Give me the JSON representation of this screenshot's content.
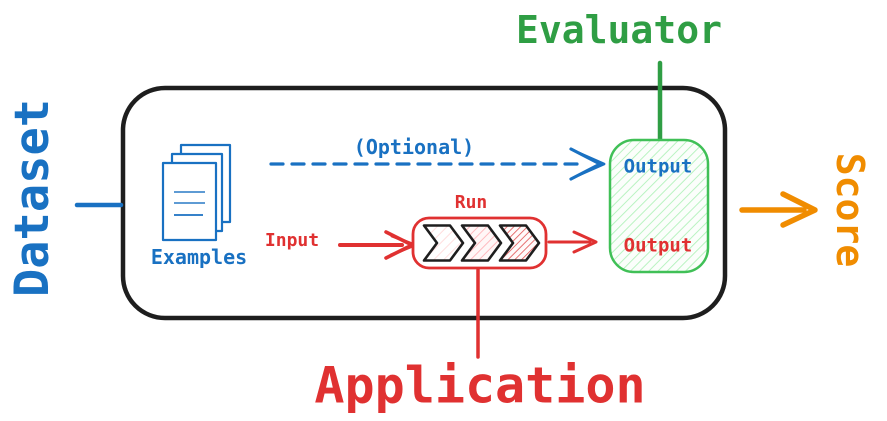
{
  "diagram": {
    "dataset_label": "Dataset",
    "evaluator_label": "Evaluator",
    "score_label": "Score",
    "application_label": "Application",
    "examples_label": "Examples",
    "optional_label": "(Optional)",
    "input_label": "Input",
    "run_label": "Run",
    "evaluator_output_label": "Output",
    "application_output_label": "Output"
  },
  "colors": {
    "blue": "#1971c2",
    "red": "#e03131",
    "green": "#2f9e44",
    "green_box_border": "#40c057",
    "green_hatch": "#b2f2bb",
    "orange": "#f08c00",
    "outline_black": "#1e1e1e",
    "hatch_pink_light": "#ffd3d3",
    "hatch_pink": "#ffb3b8",
    "hatch_red": "#e35d5d"
  }
}
